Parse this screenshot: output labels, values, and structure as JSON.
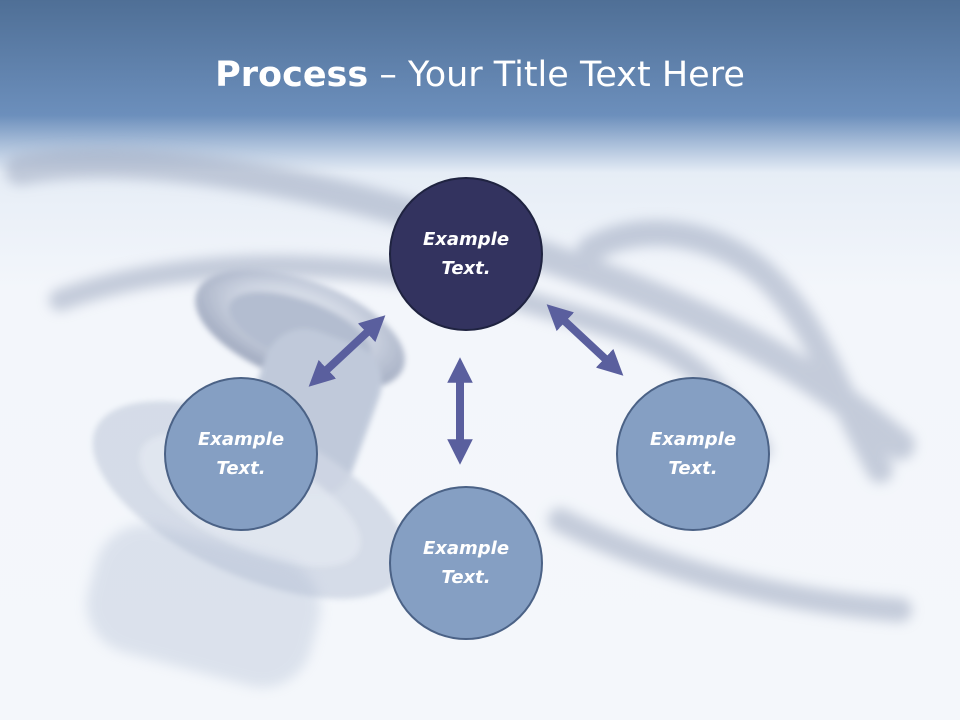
{
  "title": {
    "bold": "Process",
    "rest": " – Your Title Text Here"
  },
  "nodes": [
    {
      "id": "top",
      "text": "Example\nText.",
      "style": "primary"
    },
    {
      "id": "left",
      "text": "Example\nText.",
      "style": "secondary"
    },
    {
      "id": "right",
      "text": "Example\nText.",
      "style": "secondary"
    },
    {
      "id": "bottom",
      "text": "Example\nText.",
      "style": "secondary"
    }
  ],
  "colors": {
    "primary_node": "#33335f",
    "secondary_node": "#859fc3",
    "arrow": "#5a5f9e",
    "header": "#5c7ca6"
  },
  "background_image": "stethoscope-photo"
}
